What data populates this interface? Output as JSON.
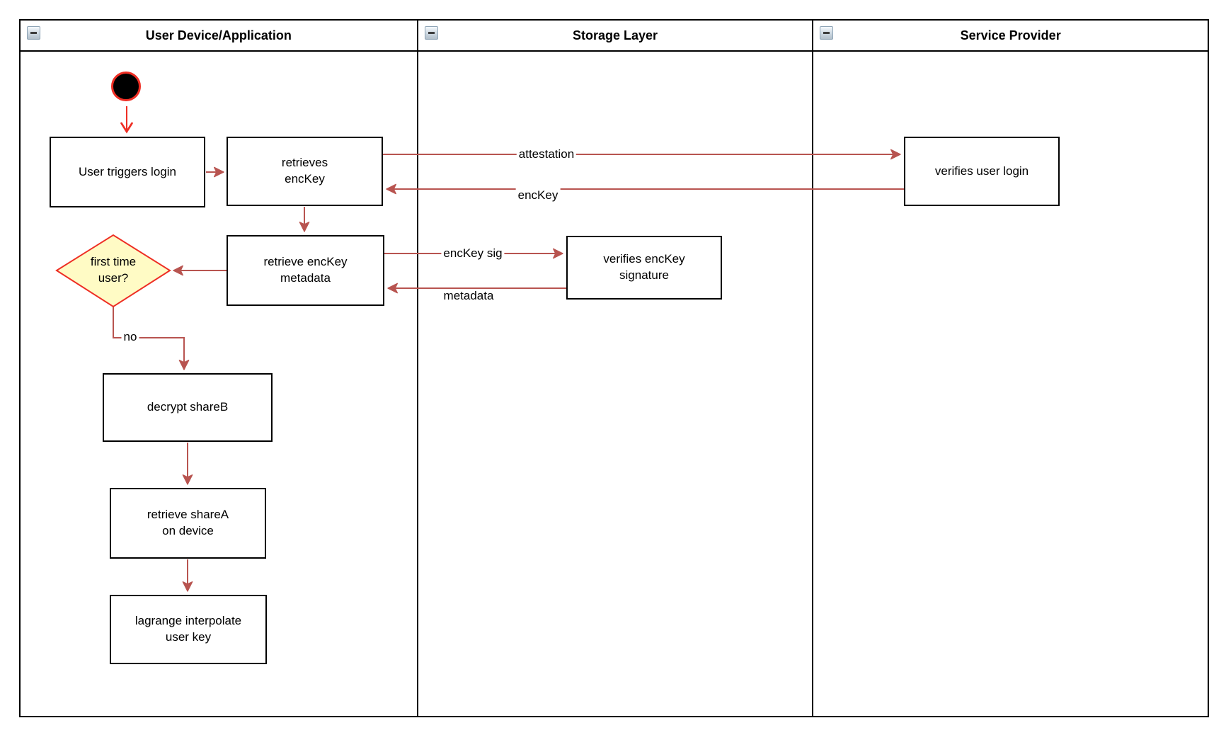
{
  "lanes": [
    {
      "title": "User Device/Application"
    },
    {
      "title": "Storage Layer"
    },
    {
      "title": "Service Provider"
    }
  ],
  "nodes": {
    "user_triggers_login": "User triggers login",
    "retrieves_enckey": "retrieves\nencKey",
    "retrieve_enckey_metadata": "retrieve encKey\nmetadata",
    "first_time_user": "first time\nuser?",
    "decrypt_shareb": "decrypt shareB",
    "retrieve_sharea": "retrieve shareA\non device",
    "lagrange_interpolate": "lagrange interpolate\nuser key",
    "verifies_enckey_signature": "verifies encKey\nsignature",
    "verifies_user_login": "verifies user login"
  },
  "edge_labels": {
    "attestation": "attestation",
    "enckey": "encKey",
    "enckey_sig": "encKey sig",
    "metadata": "metadata",
    "no": "no"
  },
  "colors": {
    "arrow": "#b85450",
    "highlight": "#ee2e24",
    "decision_fill": "#fffbc5",
    "node_border": "#000000",
    "lane_border": "#000000"
  }
}
